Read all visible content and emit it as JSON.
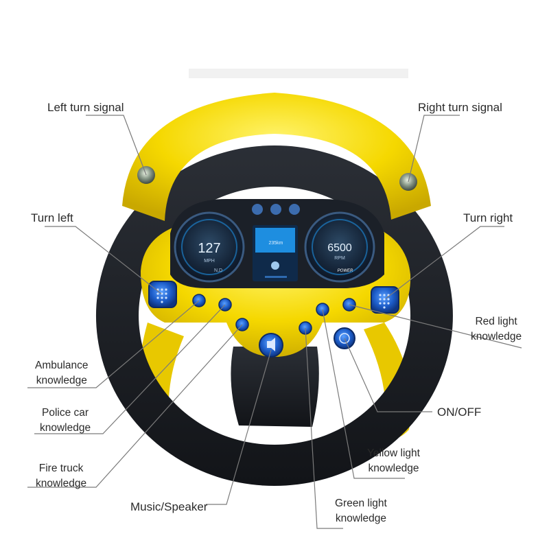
{
  "labels": {
    "left_turn_signal": "Left turn signal",
    "right_turn_signal": "Right turn signal",
    "turn_left": "Turn left",
    "turn_right": "Turn right",
    "red_light": [
      "Red light",
      "knowledge"
    ],
    "on_off": "ON/OFF",
    "yellow_light": [
      "Yellow light",
      "knowledge"
    ],
    "green_light": [
      "Green light",
      "knowledge"
    ],
    "music_speaker": "Music/Speaker",
    "fire_truck": [
      "Fire truck",
      "knowledge"
    ],
    "police_car": [
      "Police car",
      "knowledge"
    ],
    "ambulance": [
      "Ambulance",
      "knowledge"
    ]
  },
  "dashboard": {
    "speed_value": "127",
    "speed_unit": "MPH",
    "gear": "N,D",
    "distance": "235km",
    "rpm_value": "6500",
    "rpm_unit": "RPM",
    "power": "POWER"
  },
  "colors": {
    "wheel_yellow": "#f5d800",
    "wheel_black": "#1c1f24",
    "button_blue": "#1c5cc8",
    "screen_blue": "#1e8ee0",
    "label_text": "#2a2a2a",
    "leader_line": "#7a7a7a"
  },
  "icons": {
    "turn_signal_lights": "led-icon",
    "turn_buttons": "dotted-arrow-icon",
    "music_button": "music-speaker-icon",
    "power_button": "start-stop-icon"
  }
}
